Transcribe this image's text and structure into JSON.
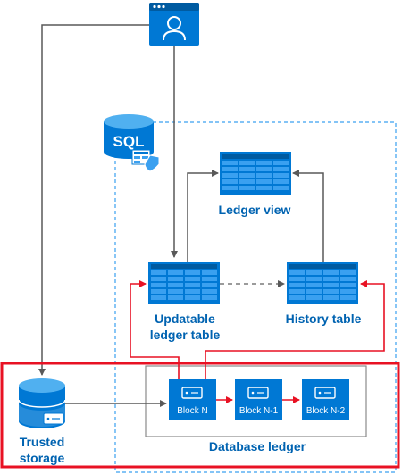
{
  "sql_label": "SQL",
  "nodes": {
    "ledger_view": "Ledger view",
    "updatable_table": [
      "Updatable",
      "ledger table"
    ],
    "history_table": "History table",
    "trusted_storage": [
      "Trusted",
      "storage"
    ],
    "database_ledger": "Database ledger"
  },
  "blocks": [
    "Block N",
    "Block N-1",
    "Block N-2"
  ],
  "colors": {
    "accent": "#0078d4",
    "table_header": "#005ba1",
    "table_cell": "#3aa0f0",
    "highlight": "#e81123",
    "connector": "#595959",
    "block_fill": "#0078d4",
    "label": "#0063b1"
  }
}
